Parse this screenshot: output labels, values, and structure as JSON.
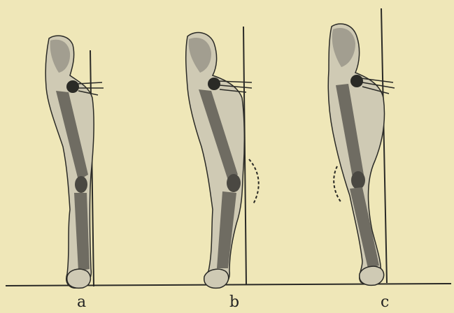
{
  "figures": [
    {
      "id": "a",
      "label": "a"
    },
    {
      "id": "b",
      "label": "b"
    },
    {
      "id": "c",
      "label": "c"
    }
  ],
  "colors": {
    "paper": "#efe7b8",
    "ink": "#2a2a26",
    "bone_shade": "#8f8c80",
    "flesh_fill": "#cfcab4"
  }
}
